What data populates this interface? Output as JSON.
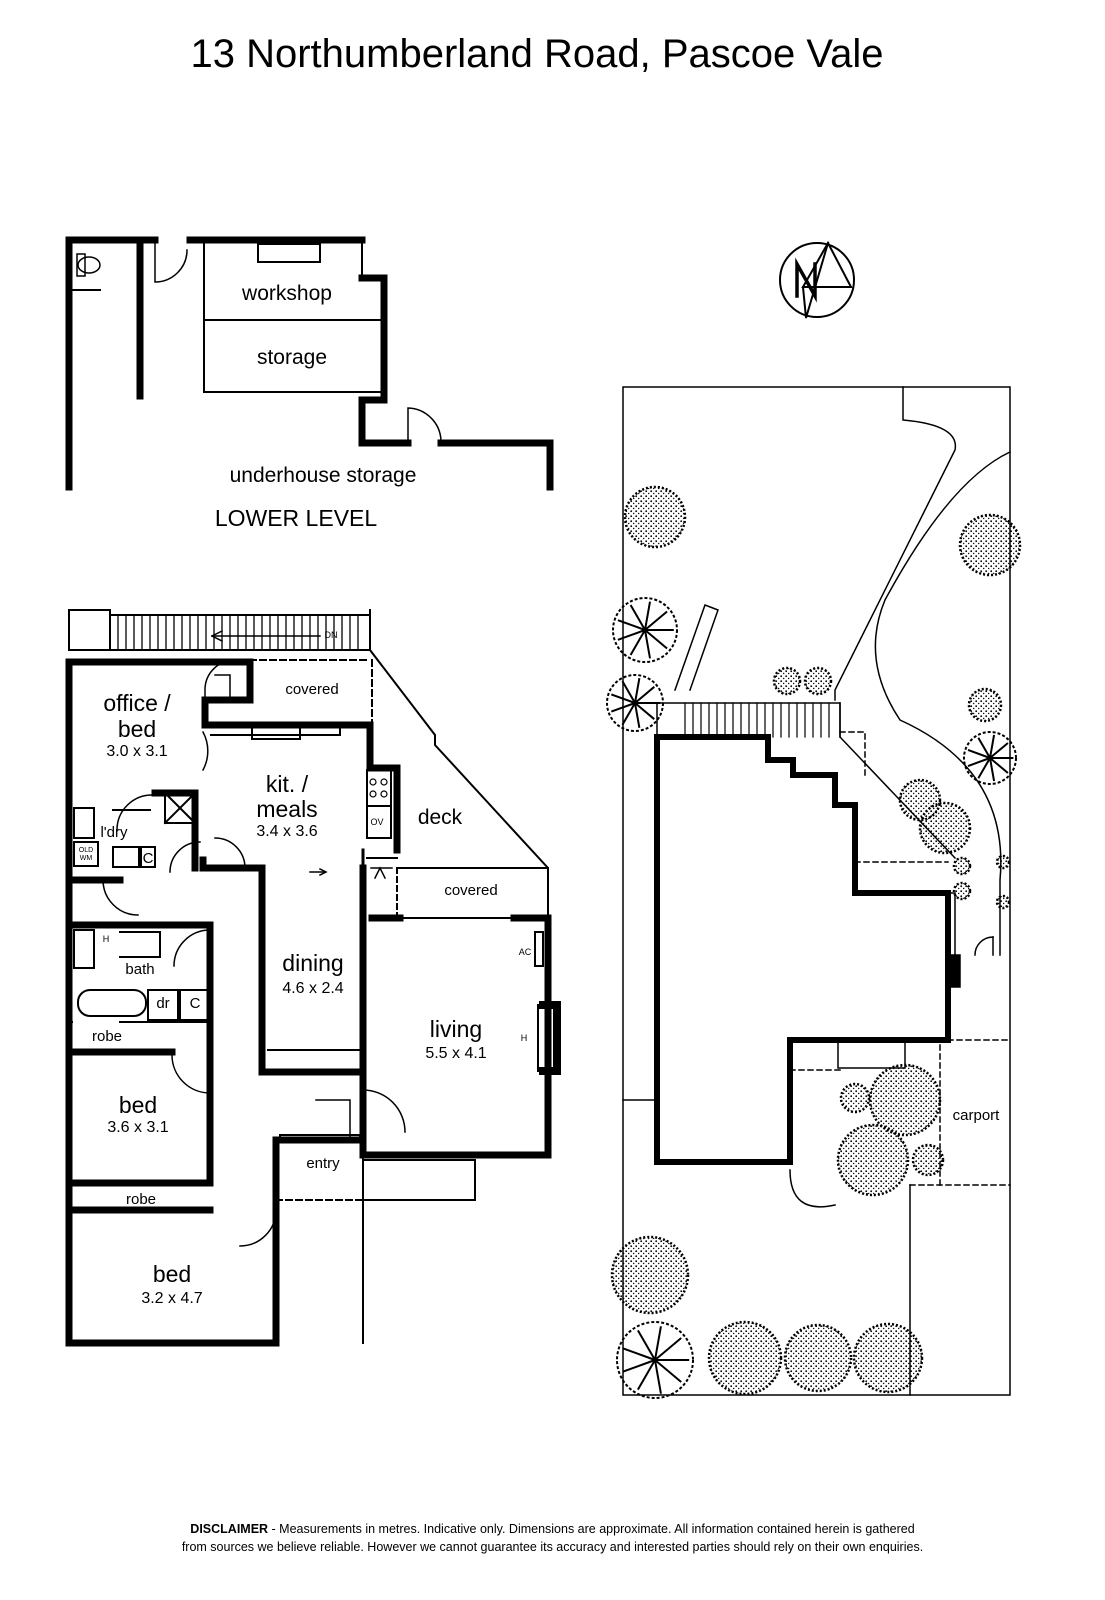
{
  "title": "13 Northumberland Road, Pascoe Vale",
  "lower_level": {
    "heading": "LOWER LEVEL",
    "rooms": {
      "workshop": "workshop",
      "storage": "storage",
      "underhouse": "underhouse storage"
    }
  },
  "main_level": {
    "stairs": "DN",
    "rooms": {
      "office": {
        "name_line1": "office /",
        "name_line2": "bed",
        "dims": "3.0 x 3.1"
      },
      "covered_top": "covered",
      "kitchen": {
        "name_line1": "kit. /",
        "name_line2": "meals",
        "dims": "3.4 x 3.6"
      },
      "oven": "OV",
      "deck": "deck",
      "laundry": "l'dry",
      "old_wm_line1": "OLD",
      "old_wm_line2": "WM",
      "cupboard_laundry": "C",
      "covered_mid": "covered",
      "heater_bath": "H",
      "bath": "bath",
      "dr": "dr",
      "cupboard_bath": "C",
      "dining": {
        "name": "dining",
        "dims": "4.6 x 2.4"
      },
      "ac": "AC",
      "living": {
        "name": "living",
        "dims": "5.5 x 4.1"
      },
      "heater_living": "H",
      "robe1": "robe",
      "bed1": {
        "name": "bed",
        "dims": "3.6 x 3.1"
      },
      "entry": "entry",
      "robe2": "robe",
      "bed2": {
        "name": "bed",
        "dims": "3.2 x 4.7"
      }
    }
  },
  "site_plan": {
    "carport": "carport",
    "compass": "N"
  },
  "disclaimer": {
    "label": "DISCLAIMER",
    "line1": " - Measurements in metres. Indicative only. Dimensions are approximate. All information contained herein is gathered",
    "line2": "from sources we believe reliable. However we cannot guarantee its accuracy and interested parties should rely on their own enquiries."
  }
}
